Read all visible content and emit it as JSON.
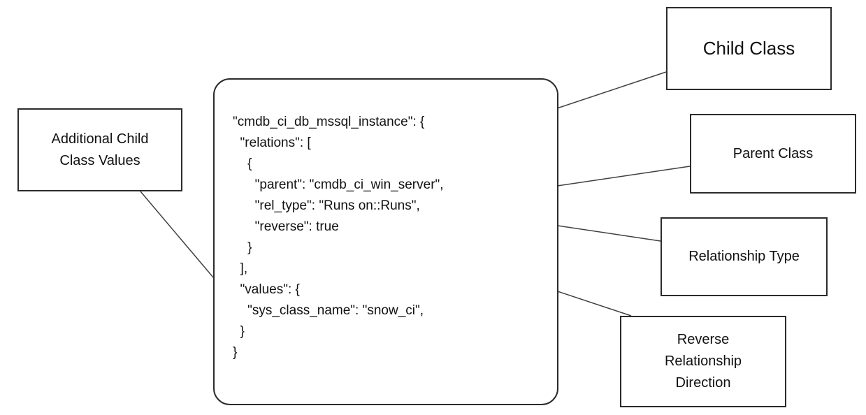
{
  "code_block": {
    "lines": [
      "\"cmdb_ci_db_mssql_instance\": {",
      "  \"relations\": [",
      "    {",
      "      \"parent\": \"cmdb_ci_win_server\",",
      "      \"rel_type\": \"Runs on::Runs\",",
      "      \"reverse\": true",
      "    }",
      "  ],",
      "  \"values\": {",
      "    \"sys_class_name\": \"snow_ci\",",
      "  }",
      "}"
    ]
  },
  "labels": {
    "child_class": "Child Class",
    "parent_class": "Parent Class",
    "relationship_type": "Relationship Type",
    "reverse_relationship_direction": "Reverse\nRelationship\nDirection",
    "additional_child_class_values": "Additional Child\nClass Values"
  },
  "colors": {
    "border": "#2b2b2b",
    "connector": "#404040",
    "background": "#ffffff",
    "text": "#111111"
  }
}
